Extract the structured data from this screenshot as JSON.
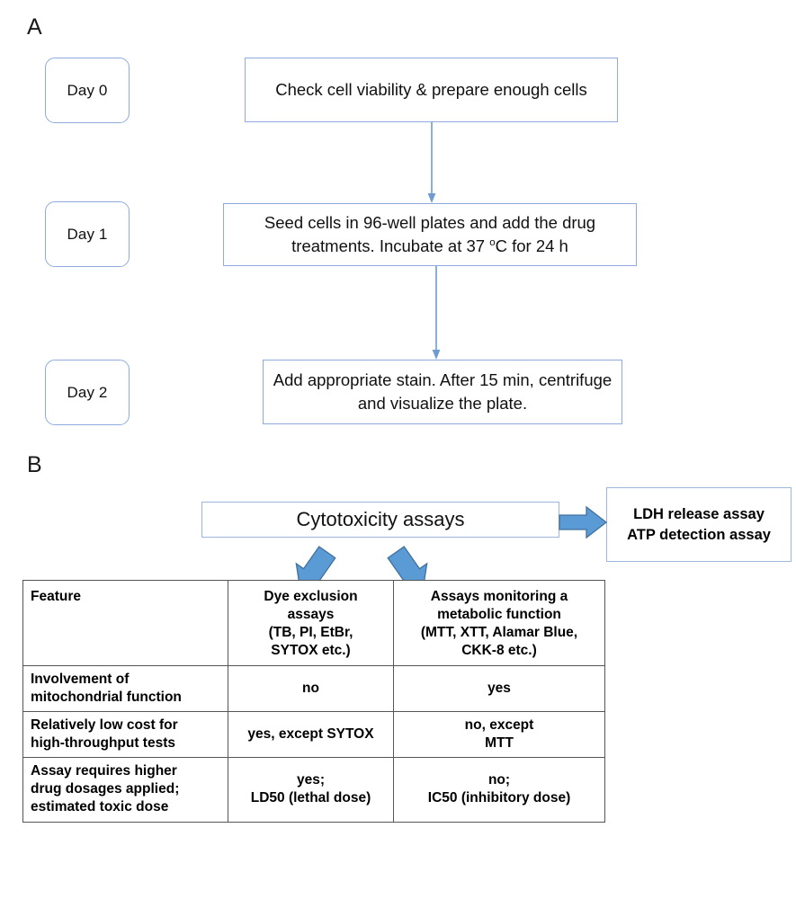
{
  "panels": {
    "a": {
      "letter": "A"
    },
    "b": {
      "letter": "B"
    }
  },
  "workflow": {
    "steps": [
      {
        "day_label": "Day 0",
        "text": "Check cell viability & prepare enough cells"
      },
      {
        "day_label": "Day 1",
        "text_part1": "Seed cells in 96-well plates and add the drug treatments. Incubate at 37 ",
        "text_sup": "o",
        "text_part2": "C for 24 h"
      },
      {
        "day_label": "Day 2",
        "text": "Add appropriate stain. After 15 min, centrifuge and visualize the plate."
      }
    ]
  },
  "assays": {
    "root_label": "Cytotoxicity assays",
    "side_box": {
      "line1": "LDH release assay",
      "line2": "ATP detection assay"
    }
  },
  "table": {
    "header": {
      "feature": "Feature",
      "dye": {
        "line1": "Dye exclusion",
        "line2": "assays",
        "line3": "(TB, PI, EtBr,",
        "line4": "SYTOX etc.)"
      },
      "metabolic": {
        "line1": "Assays monitoring a",
        "line2": "metabolic function",
        "line3": "(MTT, XTT, Alamar Blue,",
        "line4": "CKK-8 etc.)"
      }
    },
    "rows": [
      {
        "feature_line1": "Involvement of",
        "feature_line2": "mitochondrial function",
        "feature_line3": "",
        "dye_line1": "no",
        "dye_line2": "",
        "metabolic_line1": "yes",
        "metabolic_line2": ""
      },
      {
        "feature_line1": "Relatively low cost for",
        "feature_line2": "high-throughput tests",
        "feature_line3": "",
        "dye_line1": "yes, except SYTOX",
        "dye_line2": "",
        "metabolic_line1": "no, except",
        "metabolic_line2": "MTT"
      },
      {
        "feature_line1": "Assay requires higher",
        "feature_line2": "drug dosages applied;",
        "feature_line3": "estimated toxic dose",
        "dye_line1": "yes;",
        "dye_line2": "LD50 (lethal dose)",
        "metabolic_line1": "no;",
        "metabolic_line2": "IC50 (inhibitory dose)"
      }
    ]
  },
  "colors": {
    "arrow_blue": "#5B9BD5",
    "arrow_blue_outline": "#41719C",
    "box_border_blue": "#8FAADC",
    "table_border": "#555555",
    "thin_arrow": "#6F9BD1"
  }
}
